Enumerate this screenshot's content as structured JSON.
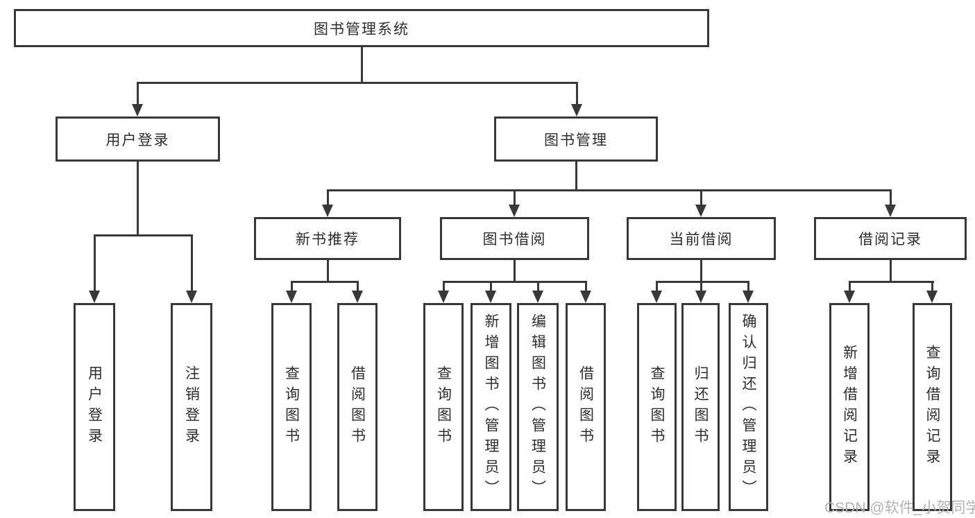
{
  "diagram": {
    "root": {
      "label": "图书管理系统",
      "children": [
        {
          "label": "用户登录",
          "children": [
            {
              "label": "用户登录"
            },
            {
              "label": "注销登录"
            }
          ]
        },
        {
          "label": "图书管理",
          "children": [
            {
              "label": "新书推荐",
              "children": [
                {
                  "label": "查询图书"
                },
                {
                  "label": "借阅图书"
                }
              ]
            },
            {
              "label": "图书借阅",
              "children": [
                {
                  "label": "查询图书"
                },
                {
                  "label": "新增图书（管理员）"
                },
                {
                  "label": "编辑图书（管理员）"
                },
                {
                  "label": "借阅图书"
                }
              ]
            },
            {
              "label": "当前借阅",
              "children": [
                {
                  "label": "查询图书"
                },
                {
                  "label": "归还图书"
                },
                {
                  "label": "确认归还（管理员）"
                }
              ]
            },
            {
              "label": "借阅记录",
              "children": [
                {
                  "label": "新增借阅记录"
                },
                {
                  "label": "查询借阅记录"
                }
              ]
            }
          ]
        }
      ]
    }
  },
  "watermark": "CSDN @软件_小贺同学",
  "colors": {
    "line": "#383838",
    "text": "#2d2d2d",
    "watermark": "#b3b3b3",
    "background": "#ffffff"
  }
}
